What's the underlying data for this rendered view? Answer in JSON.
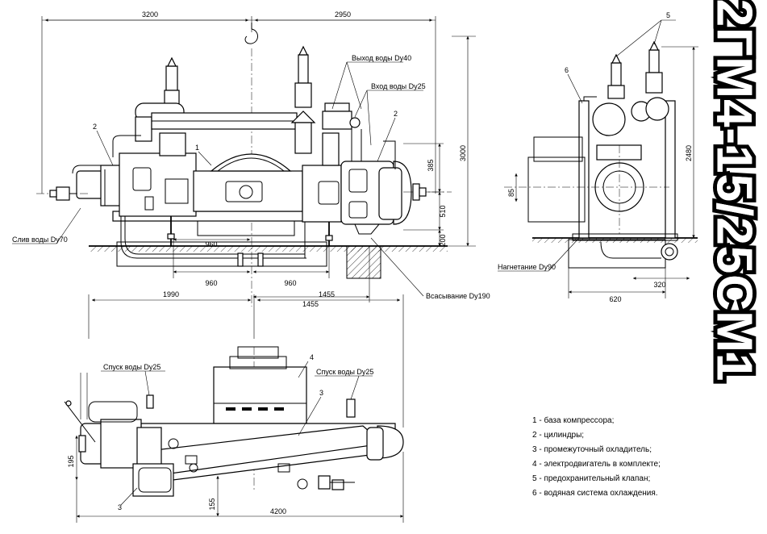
{
  "title": "2ГМ4-15/25СМ1",
  "front_view": {
    "dims": {
      "overall_left": "3200",
      "overall_right": "2950",
      "height": "3000",
      "h385": "385",
      "h510": "510",
      "h200": "200",
      "base_960_a": "960",
      "base_960_b": "960",
      "base_960_c": "960",
      "span_1455": "1455"
    },
    "labels": {
      "water_out": "Выход воды Dy40",
      "water_in": "Вход воды Dy25",
      "drain": "Слив воды Dy70",
      "suction": "Всасывание Dy190"
    },
    "callouts": {
      "c1": "1",
      "c2a": "2",
      "c2b": "2"
    }
  },
  "side_view": {
    "dims": {
      "height": "2480",
      "h85": "85",
      "w320": "320",
      "w620": "620"
    },
    "labels": {
      "discharge": "Нагнетание Dy90"
    },
    "callouts": {
      "c5": "5",
      "c6": "6"
    }
  },
  "plan_view": {
    "dims": {
      "w1990": "1990",
      "w1455": "1455",
      "h195": "195",
      "h155": "155",
      "w4200": "4200"
    },
    "labels": {
      "drain_left": "Спуск воды Dy25",
      "drain_right": "Спуск воды Dy25"
    },
    "callouts": {
      "c3a": "3",
      "c3b": "3",
      "c4": "4"
    }
  },
  "legend": [
    "1 - база компрессора;",
    "2 - цилиндры;",
    "3 - промежуточный охладитель;",
    "4 - электродвигатель в комплекте;",
    "5 - предохранительный клапан;",
    "6 - водяная система охлаждения."
  ]
}
